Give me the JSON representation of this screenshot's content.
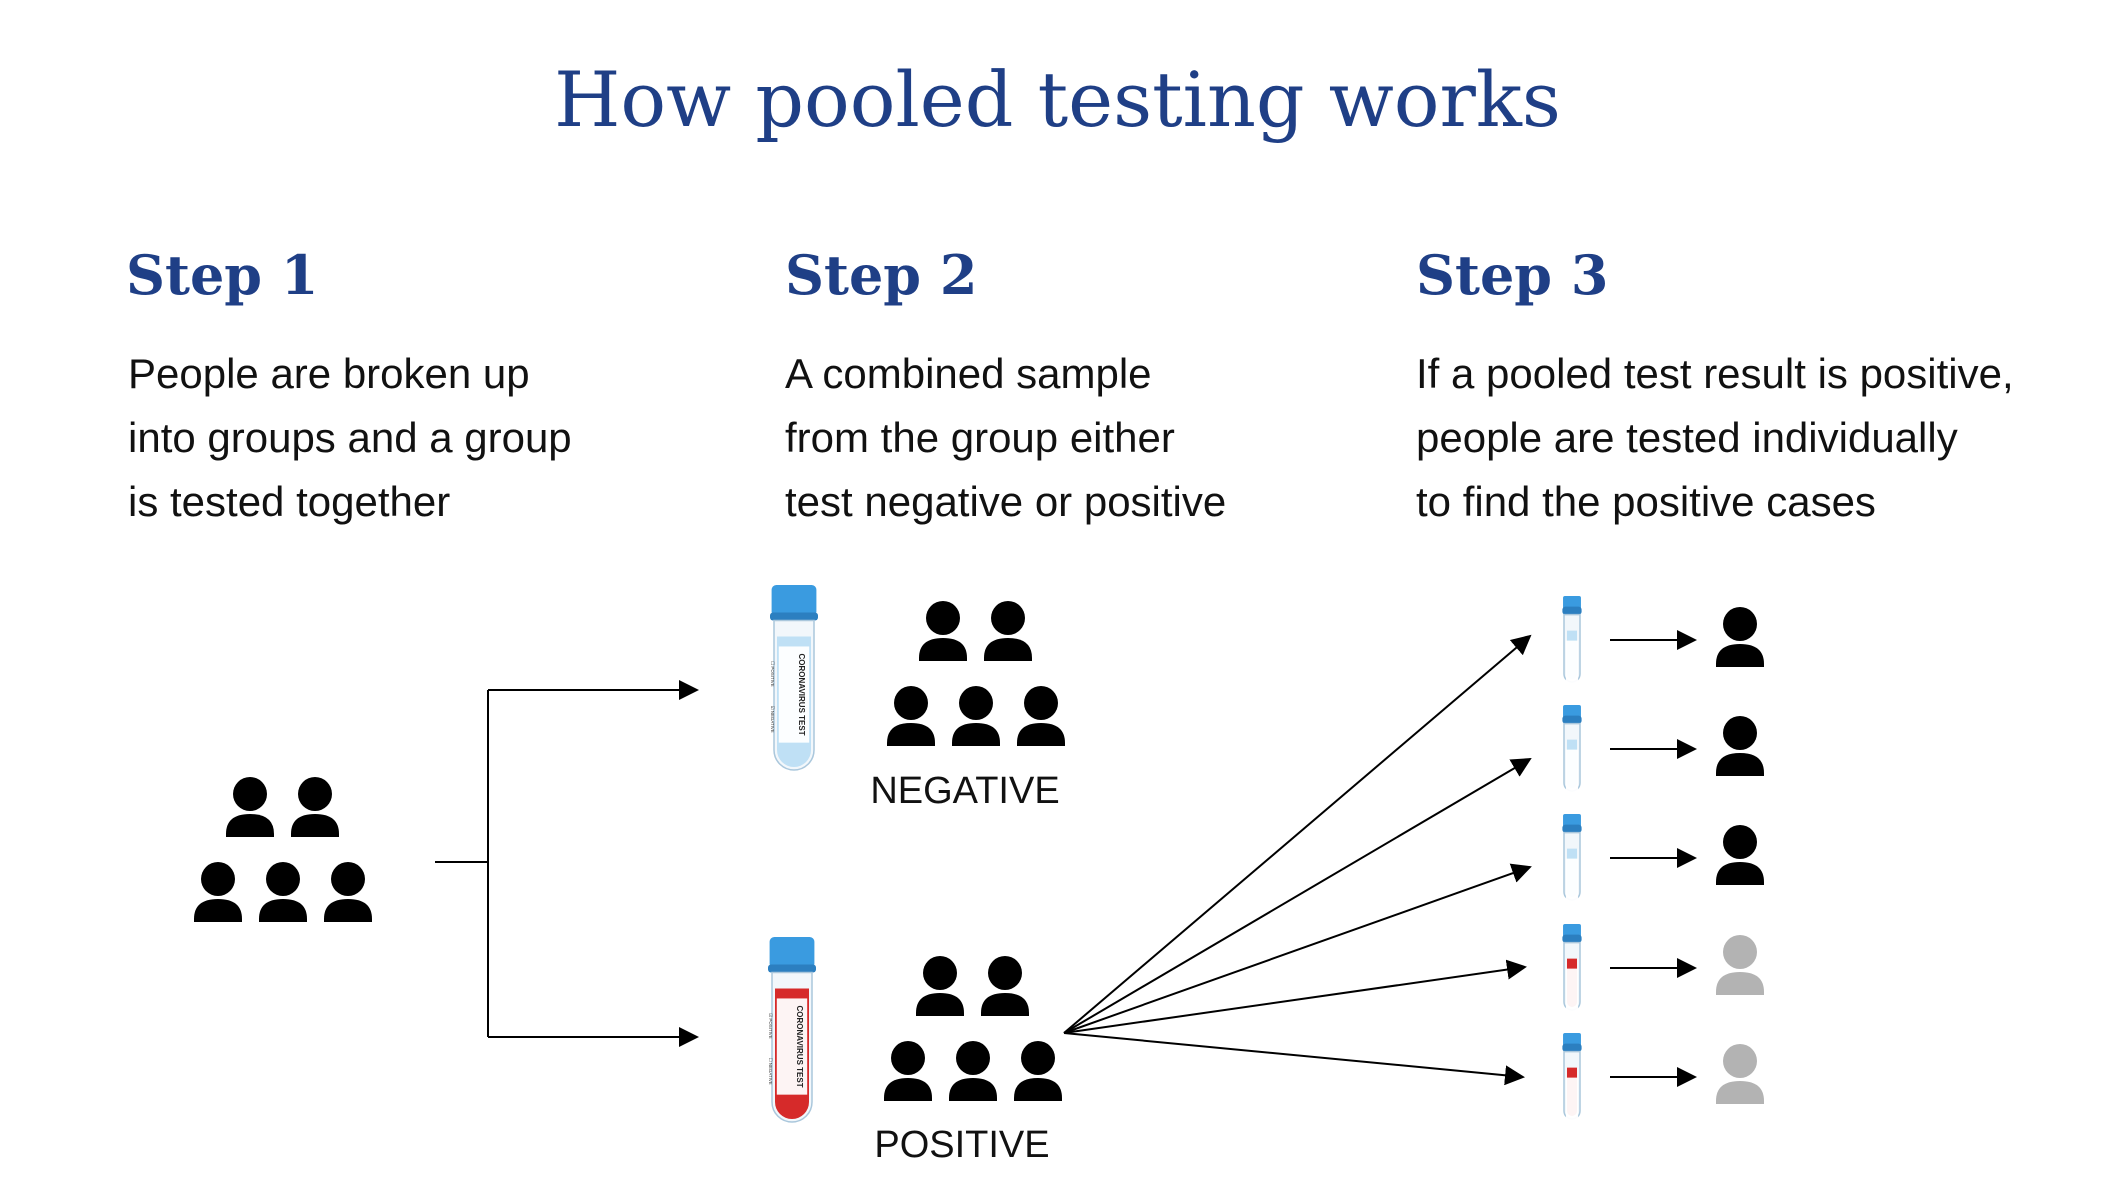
{
  "title": "How pooled testing works",
  "steps": [
    {
      "heading": "Step 1",
      "lines": [
        "People are broken up",
        "into groups and a group",
        "is tested together"
      ]
    },
    {
      "heading": "Step 2",
      "lines": [
        "A combined sample",
        "from the group either",
        "test negative or positive"
      ]
    },
    {
      "heading": "Step 3",
      "lines": [
        "If a pooled test result is positive,",
        "people are tested individually",
        "to find the positive cases"
      ]
    }
  ],
  "results": {
    "negative": "NEGATIVE",
    "positive": "POSITIVE"
  },
  "tube_label": "CORONAVIRUS TEST",
  "tube_options": {
    "positive": "POSITIVE",
    "negative": "NEGATIVE"
  },
  "colors": {
    "title": "#1f3f86",
    "person": "#000000",
    "person_negative": "#b3b3b3",
    "tube_cap": "#3a9be0",
    "tube_negative": "#bfe0f5",
    "tube_positive": "#d62a2a"
  },
  "individual_results": [
    "negative",
    "negative",
    "negative",
    "positive",
    "positive"
  ]
}
